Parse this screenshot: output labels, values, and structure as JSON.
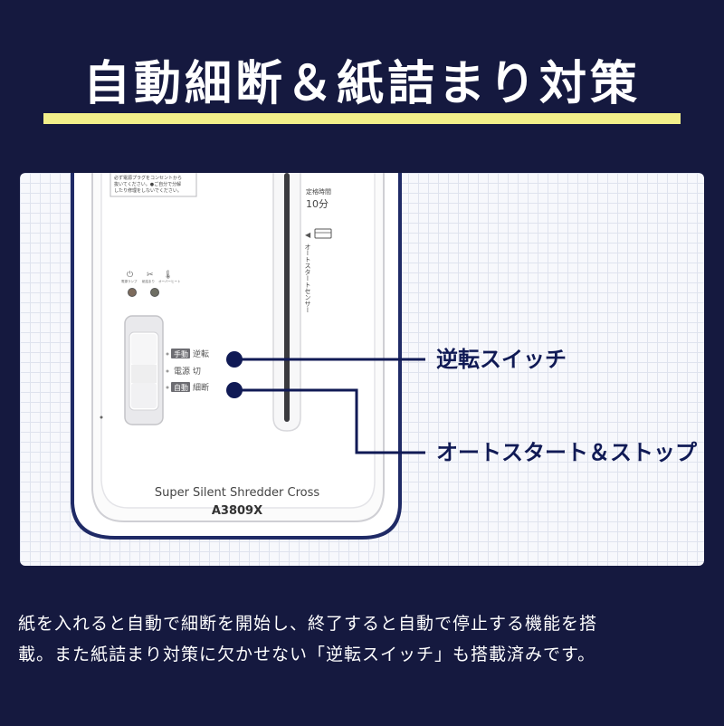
{
  "header": {
    "title": "自動細断＆紙詰まり対策"
  },
  "colors": {
    "background": "#15193f",
    "accent_underline": "#f2ef8a",
    "callout_navy": "#101a55"
  },
  "device": {
    "caution_text_1": "必ず電源プラグをコンセントから",
    "caution_text_2": "抜いてください。●ご自分で分解",
    "caution_text_3": "したり修理をしないでください。",
    "indicator_labels": [
      "電源ランプ",
      "紙詰まり",
      "オーバーヒート"
    ],
    "switch_positions": [
      {
        "badge": "手動",
        "label": "逆転"
      },
      {
        "badge": "",
        "label": "電源 切"
      },
      {
        "badge": "自動",
        "label": "細断"
      }
    ],
    "timer_label": "定格時間",
    "timer_value": "10分",
    "sensor_label": "オートスタートセンサー",
    "model_name": "Super Silent Shredder Cross",
    "model_number": "A3809X"
  },
  "callouts": {
    "reverse_switch": "逆転スイッチ",
    "auto_start_stop": "オートスタート＆ストップ"
  },
  "description": {
    "line1": "紙を入れると自動で細断を開始し、終了すると自動で停止する機能を搭",
    "line2": "載。また紙詰まり対策に欠かせない「逆転スイッチ」も搭載済みです。"
  }
}
